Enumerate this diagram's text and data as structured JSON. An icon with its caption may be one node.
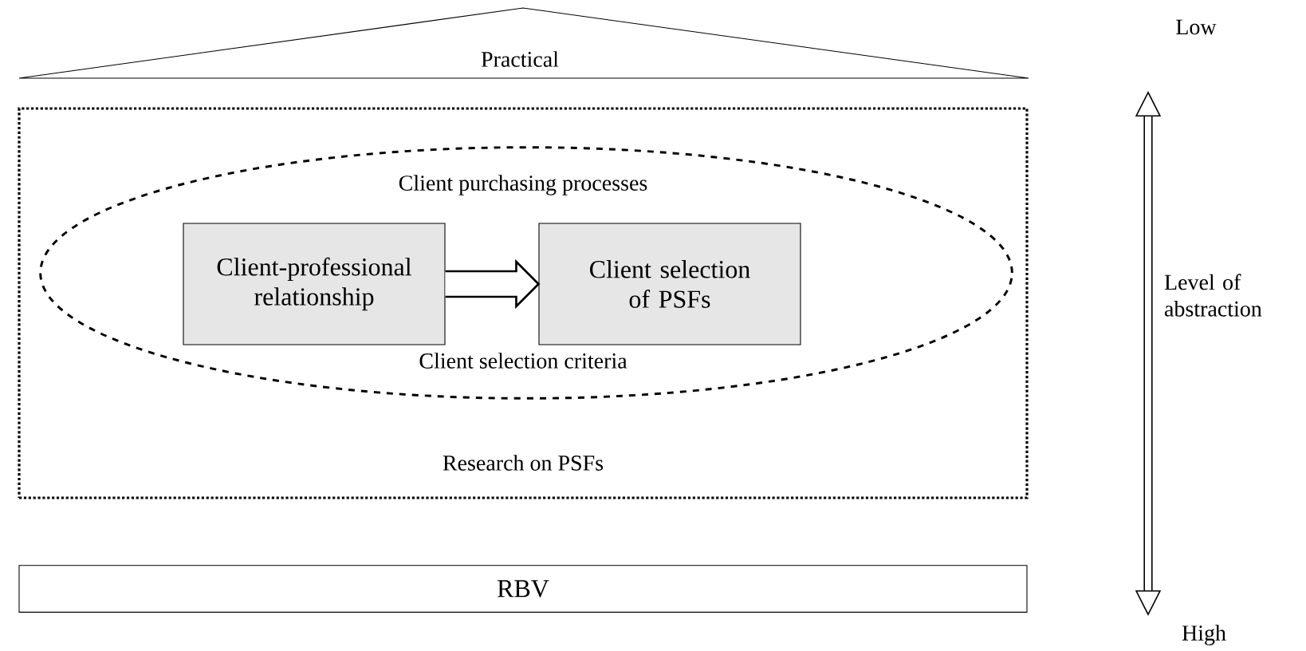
{
  "diagram": {
    "nodes": [
      {
        "text": [
          "Practical"
        ]
      },
      {
        "text": [
          "Research on PSFs"
        ]
      },
      {
        "text": [
          "Client purchasing processes",
          "Client selection criteria"
        ],
        "in": 1
      },
      {
        "text": [
          "Client-professional relationship"
        ],
        "in": 2
      },
      {
        "text": [
          "Client selection of PSFs"
        ],
        "in": 2
      },
      {
        "text": [
          "RBV"
        ]
      }
    ],
    "edges": [
      {
        "from": 3,
        "to": 4,
        "arrow": "to",
        "style": "thick"
      }
    ],
    "labels": [
      "Low",
      "Level of abstraction",
      "High"
    ]
  }
}
